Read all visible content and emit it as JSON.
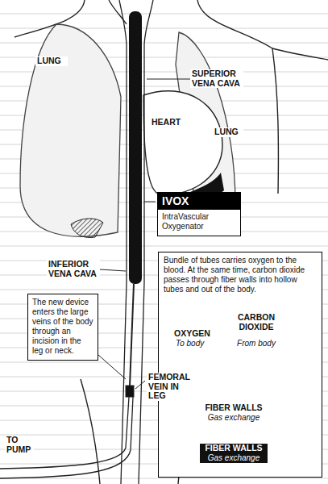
{
  "diagram": {
    "nodes": [
      {
        "text": [
          "IVOX",
          "IntraVascular Oxygenator"
        ]
      },
      {
        "text": [
          "Bundle of tubes carries oxygen to the blood. At the same time, carbon dioxide passes through fiber walls into hollow tubes and out of the body."
        ]
      },
      {
        "text": [
          "The new device enters the large veins of the body through an incision in the leg or neck."
        ]
      }
    ],
    "labels": [
      "LUNG",
      "SUPERIOR VENA CAVA",
      "HEART",
      "LUNG",
      "INFERIOR VENA CAVA",
      "OXYGEN",
      "To body",
      "CARBON DIOXIDE",
      "From body",
      "FIBER WALLS",
      "Gas exchange",
      "FIBER WALLS",
      "Gas exchange",
      "FEMORAL VEIN IN LEG",
      "TO PUMP"
    ]
  }
}
